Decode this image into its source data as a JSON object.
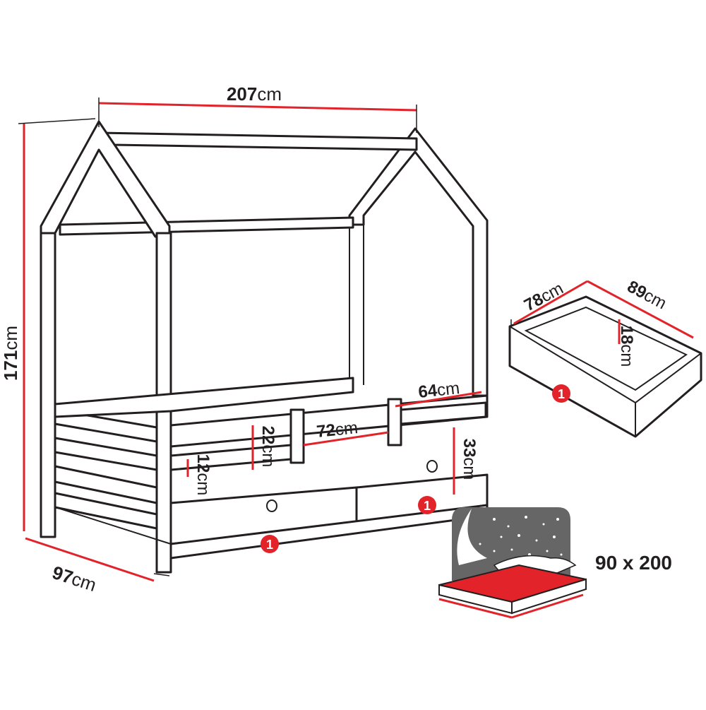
{
  "dimensions": {
    "width": {
      "value": "207",
      "unit": "cm"
    },
    "height": {
      "value": "171",
      "unit": "cm"
    },
    "depth": {
      "value": "97",
      "unit": "cm"
    },
    "guard_length": {
      "value": "64",
      "unit": "cm"
    },
    "opening": {
      "value": "72",
      "unit": "cm"
    },
    "guard_height": {
      "value": "22",
      "unit": "cm"
    },
    "side_gap": {
      "value": "12",
      "unit": "cm"
    },
    "drawer_height": {
      "value": "33",
      "unit": "cm"
    }
  },
  "drawer": {
    "width": {
      "value": "78",
      "unit": "cm"
    },
    "length": {
      "value": "89",
      "unit": "cm"
    },
    "height": {
      "value": "18",
      "unit": "cm"
    }
  },
  "badges": [
    "1",
    "1",
    "1"
  ],
  "mattress_size": "90 x 200",
  "colors": {
    "accent": "#e2232a",
    "line": "#231f20",
    "night": "#666666"
  }
}
